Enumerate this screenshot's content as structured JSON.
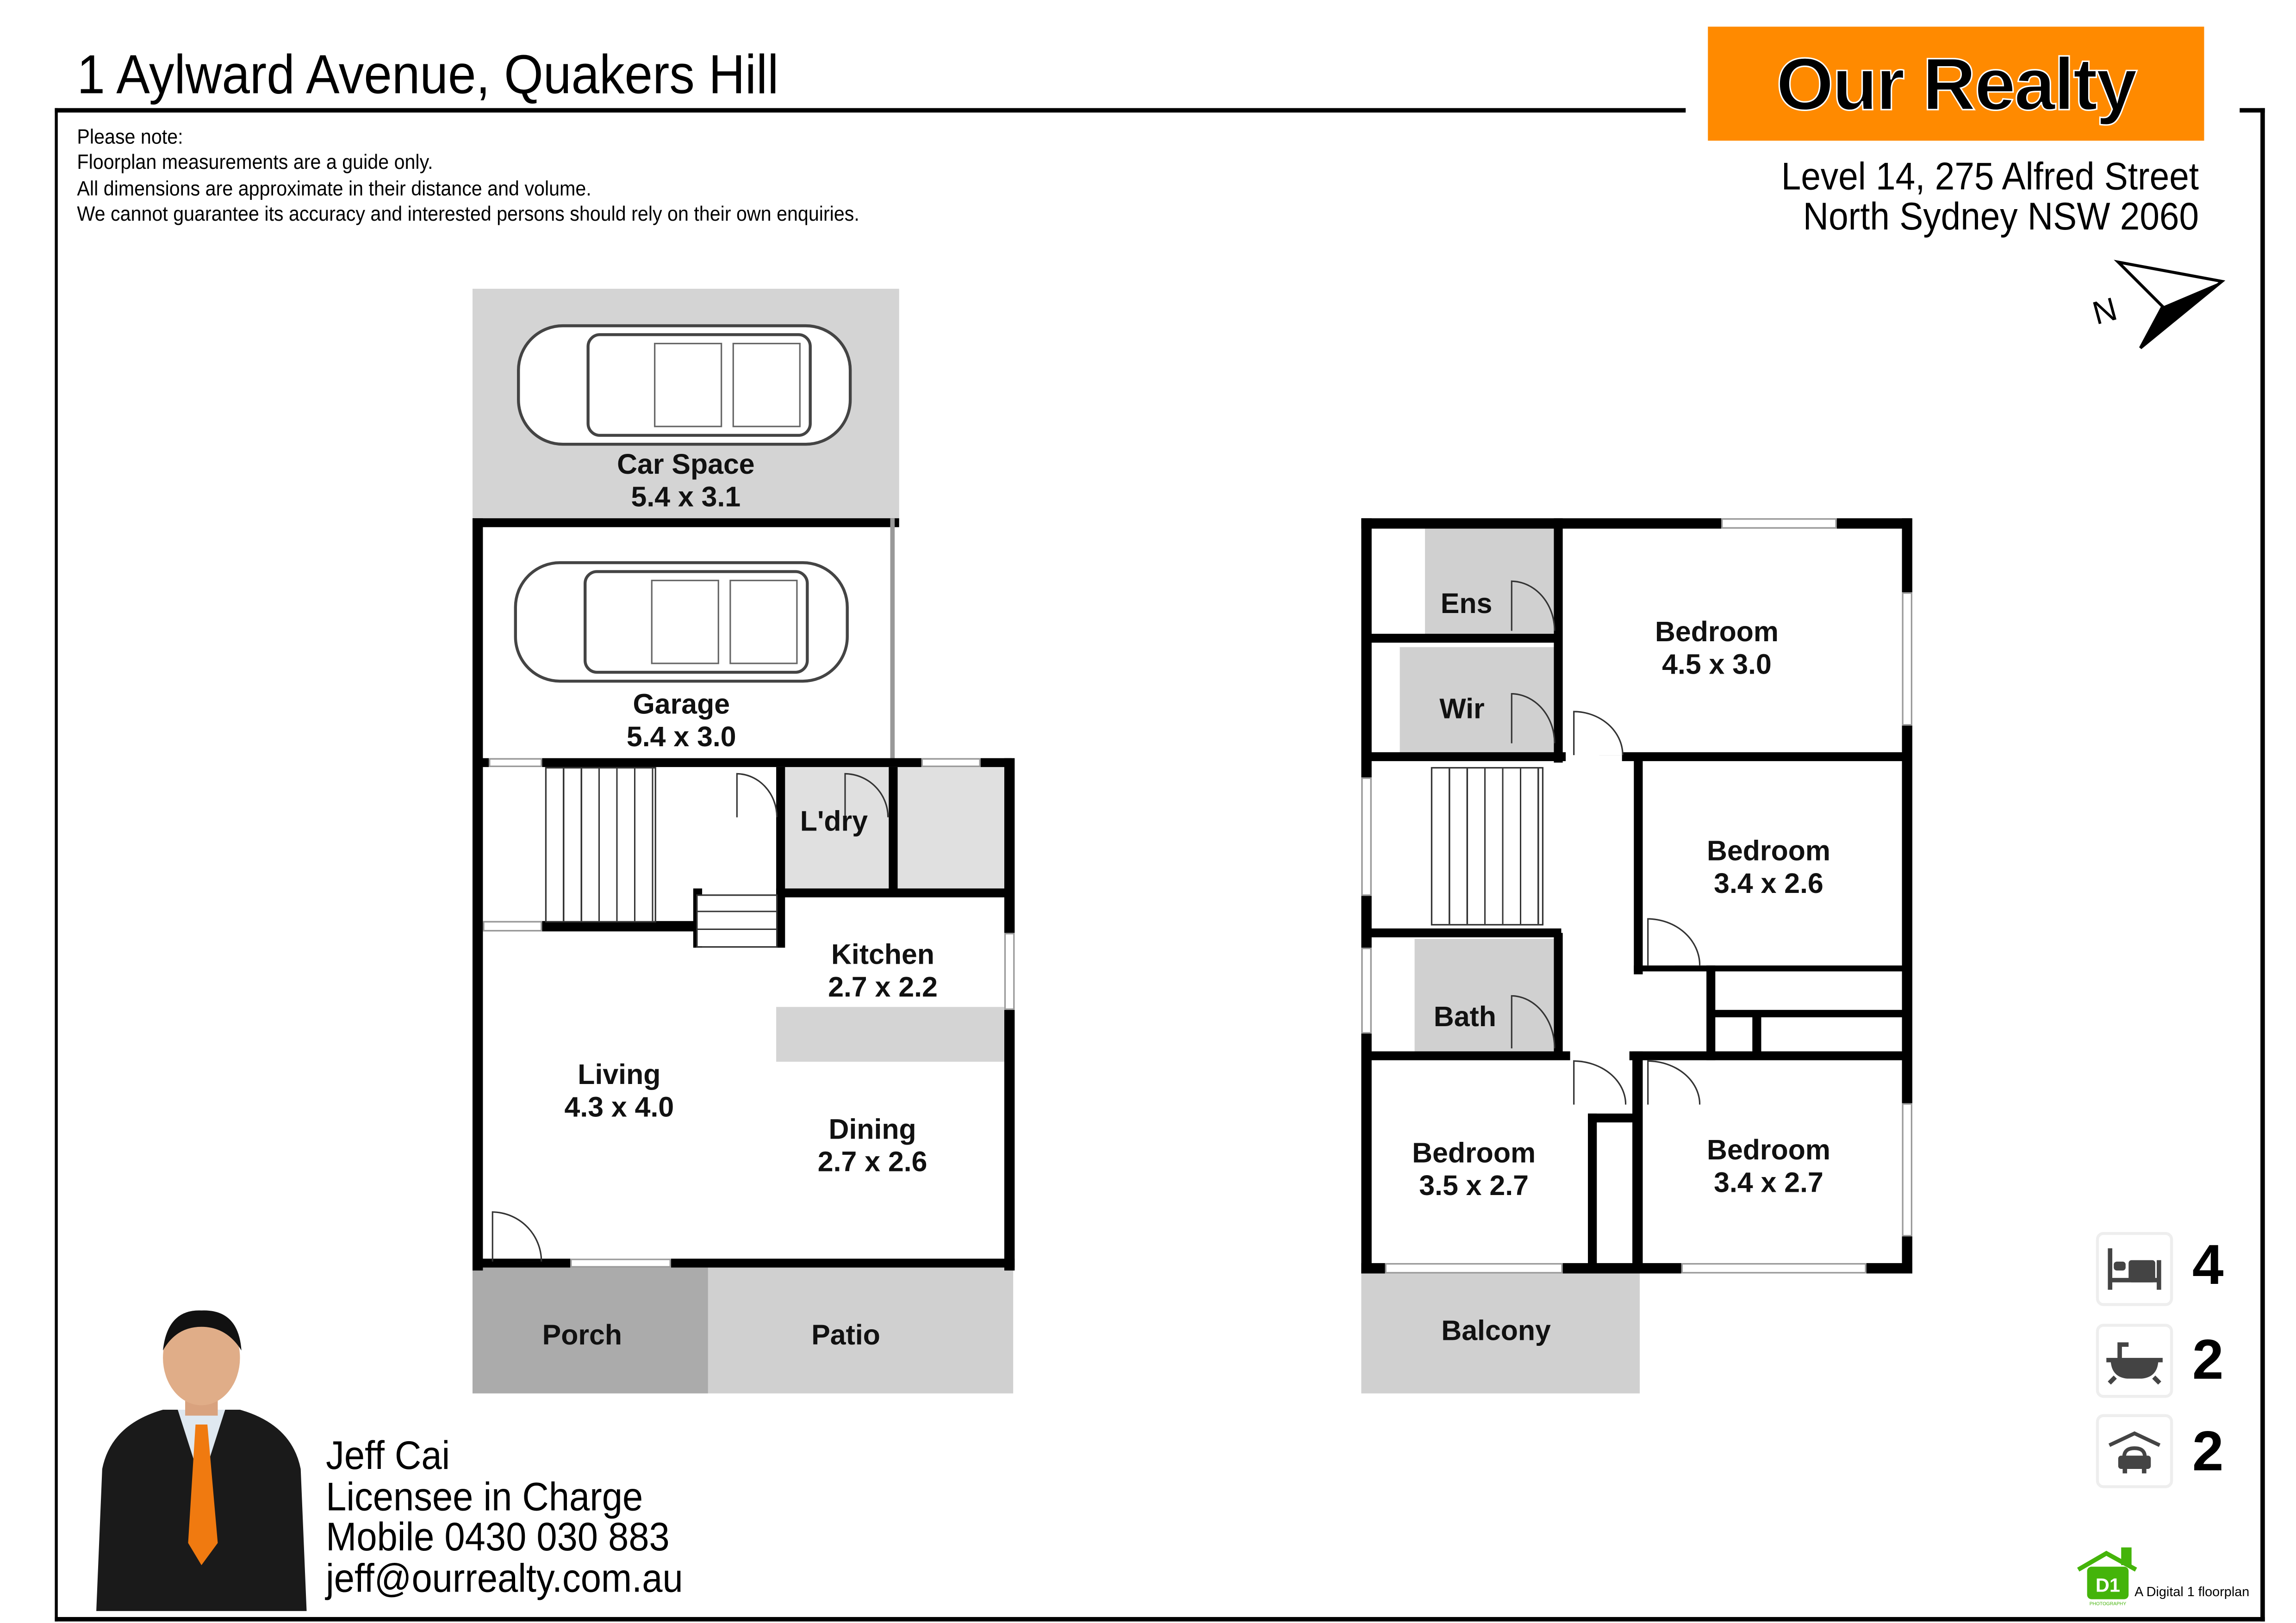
{
  "header": {
    "title": "1 Aylward Avenue, Quakers Hill",
    "notes": [
      "Please note:",
      "Floorplan measurements are a guide only.",
      "All dimensions are approximate in their distance and volume.",
      "We cannot guarantee its accuracy and interested persons should rely on their own enquiries."
    ]
  },
  "brand": {
    "logo_text": "Our Realty",
    "logo_color": "#ff8a00",
    "address_line1": "Level 14, 275 Alfred Street",
    "address_line2": "North Sydney NSW 2060"
  },
  "compass": {
    "label": "N"
  },
  "ground_floor": {
    "car_space": {
      "name": "Car Space",
      "dims": "5.4 x 3.1"
    },
    "garage": {
      "name": "Garage",
      "dims": "5.4 x 3.0"
    },
    "laundry": {
      "name": "L'dry"
    },
    "kitchen": {
      "name": "Kitchen",
      "dims": "2.7 x 2.2"
    },
    "living": {
      "name": "Living",
      "dims": "4.3 x 4.0"
    },
    "dining": {
      "name": "Dining",
      "dims": "2.7 x 2.6"
    },
    "porch": {
      "name": "Porch"
    },
    "patio": {
      "name": "Patio"
    }
  },
  "first_floor": {
    "ensuite": {
      "name": "Ens"
    },
    "wir": {
      "name": "Wir"
    },
    "bath": {
      "name": "Bath"
    },
    "bedroom1": {
      "name": "Bedroom",
      "dims": "4.5 x 3.0"
    },
    "bedroom2": {
      "name": "Bedroom",
      "dims": "3.4 x 2.6"
    },
    "bedroom3": {
      "name": "Bedroom",
      "dims": "3.5 x 2.7"
    },
    "bedroom4": {
      "name": "Bedroom",
      "dims": "3.4 x 2.7"
    },
    "balcony": {
      "name": "Balcony"
    }
  },
  "agent": {
    "name": "Jeff Cai",
    "role": "Licensee in Charge",
    "mobile": "Mobile 0430 030 883",
    "email": "jeff@ourrealty.com.au"
  },
  "stats": {
    "bedrooms": {
      "icon": "bed-icon",
      "count": "4"
    },
    "bathrooms": {
      "icon": "bath-icon",
      "count": "2"
    },
    "parking": {
      "icon": "car-icon",
      "count": "2"
    }
  },
  "credit": {
    "logo_text": "D1",
    "logo_sub": "PHOTOGRAPHY",
    "text": "A Digital 1 floorplan",
    "color": "#44b40a"
  }
}
